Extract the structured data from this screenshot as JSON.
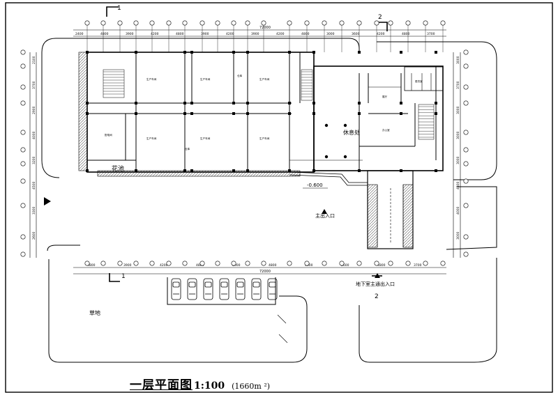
{
  "plan": {
    "title": "一层平面图",
    "scale": "1:100",
    "area": "(1660m ²)",
    "labels": {
      "garden": "花池",
      "lawn": "草地",
      "main_entrance": "主出入口",
      "lounge": "休息处",
      "basement_ramp": "地下室主通出入口",
      "level": "-0.600"
    },
    "section_marks": {
      "s1_top": "1",
      "s1_bottom": "1",
      "s2_top": "2",
      "s2_bottom": "2"
    },
    "dimensions": {
      "overall": "72000",
      "top_row": [
        "2400",
        "4800",
        "3900",
        "4200",
        "4800",
        "3900",
        "4200",
        "3900",
        "4200",
        "4800",
        "3000",
        "3600",
        "4200",
        "4800",
        "3700"
      ],
      "bottom_row": [
        "4800",
        "3900",
        "4200",
        "4800",
        "3000",
        "4800",
        "3600",
        "3600",
        "4800",
        "3700"
      ],
      "left_col": [
        "2100",
        "3700",
        "2900",
        "4000",
        "3200",
        "4500",
        "3300",
        "2600"
      ],
      "right_col": [
        "3000",
        "3700",
        "3000",
        "3000",
        "3000",
        "4500",
        "4000",
        "3000"
      ]
    },
    "room_names": [
      "生产车间",
      "生产车间",
      "生产车间",
      "生产车间",
      "生产车间",
      "生产车间",
      "仓库",
      "仓库",
      "配电间",
      "展厅",
      "更衣室",
      "办公室"
    ]
  }
}
